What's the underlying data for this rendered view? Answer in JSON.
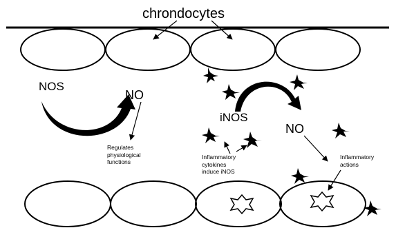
{
  "labels": {
    "chondrocytes": "chrondocytes",
    "nos": "NOS",
    "no_left": "NO",
    "inos": "iNOS",
    "no_right": "NO",
    "regulates": [
      "Regulates",
      "physiological",
      "functions"
    ],
    "cytokines": [
      "Inflammatory",
      "cytokines",
      "induce iNOS"
    ],
    "inflammatory_actions": [
      "Inflammatory",
      "actions"
    ]
  }
}
